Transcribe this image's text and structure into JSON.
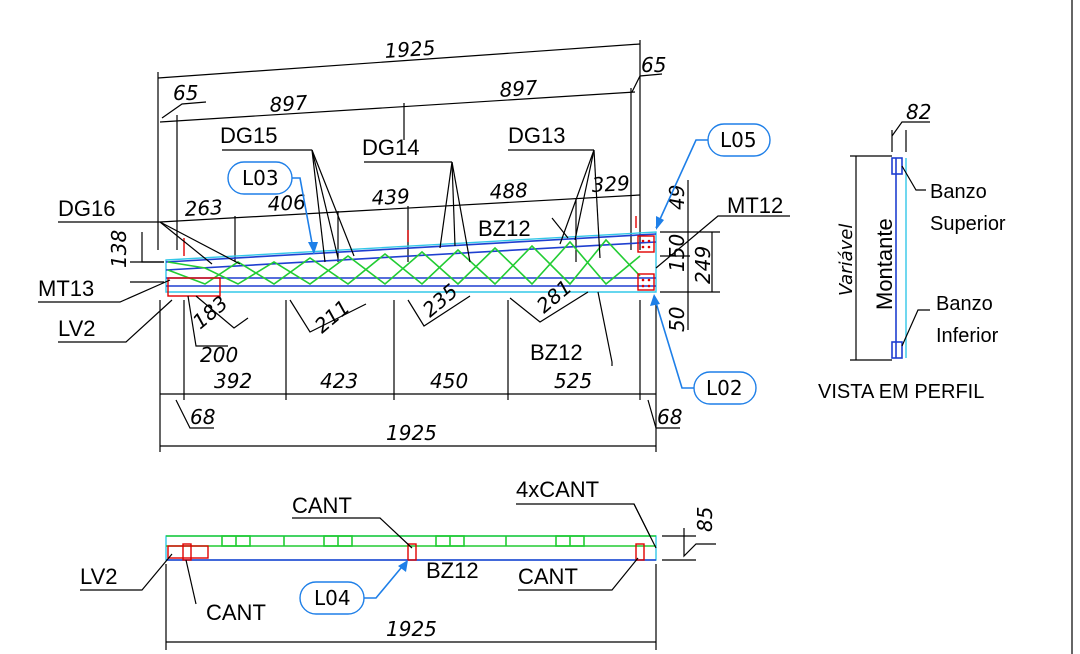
{
  "dimensions": {
    "total_top": "1925",
    "end_left": "65",
    "end_right": "65",
    "half_left": "897",
    "half_right": "897",
    "seg_263": "263",
    "seg_406": "406",
    "seg_439": "439",
    "seg_488": "488",
    "seg_329": "329",
    "h_138": "138",
    "h_49": "49",
    "h_150": "150",
    "h_249": "249",
    "h_50": "50",
    "diag_183": "183",
    "diag_211": "211",
    "diag_235": "235",
    "diag_281": "281",
    "dim_200": "200",
    "bot_392": "392",
    "bot_423": "423",
    "bot_450": "450",
    "bot_525": "525",
    "bot_end_left": "68",
    "bot_end_right": "68",
    "total_bottom": "1925",
    "plan_85": "85",
    "plan_total": "1925",
    "profile_82": "82"
  },
  "labels": {
    "dg15": "DG15",
    "dg14": "DG14",
    "dg13": "DG13",
    "dg16": "DG16",
    "mt12": "MT12",
    "mt13": "MT13",
    "bz12_top": "BZ12",
    "bz12_bottom": "BZ12",
    "lv2_elev": "LV2",
    "lv2_plan": "LV2",
    "cant_1": "CANT",
    "cant_4x": "4xCANT",
    "cant_2": "CANT",
    "cant_3": "CANT",
    "bz12_plan": "BZ12"
  },
  "tags": {
    "l03": "L03",
    "l05": "L05",
    "l02": "L02",
    "l04": "L04"
  },
  "profile": {
    "title": "VISTA EM PERFIL",
    "variavel": "Variável",
    "montante": "Montante",
    "banzo_superior_1": "Banzo",
    "banzo_superior_2": "Superior",
    "banzo_inferior_1": "Banzo",
    "banzo_inferior_2": "Inferior"
  },
  "colors": {
    "chord": "#1f3fd0",
    "diagonal": "#22cc33",
    "plate": "#e00000",
    "outline": "#33c8e8",
    "tag": "#1e7fe8"
  }
}
